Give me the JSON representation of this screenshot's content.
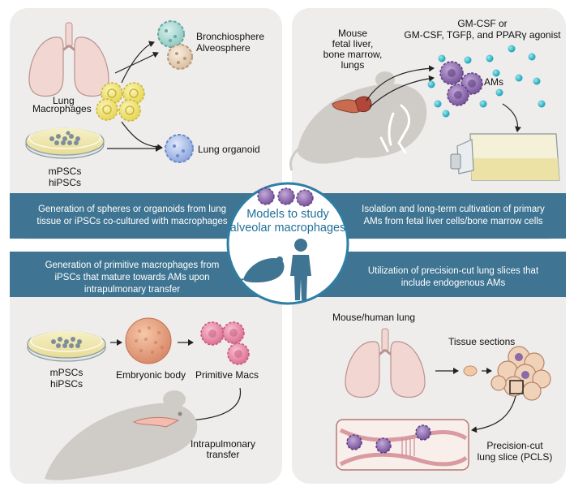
{
  "panels": {
    "top_left": {
      "lung": "Lung",
      "macrophages": "Macrophages",
      "bronchiosphere": "Bronchiosphere",
      "alveosphere": "Alveosphere",
      "lung_organoid": "Lung organoid",
      "cell_line_1": "mPSCs",
      "cell_line_2": "hiPSCs",
      "band_line_1": "Generation of spheres or organoids from lung",
      "band_line_2": "tissue or iPSCs co-cultured with macrophages"
    },
    "top_right": {
      "source_line_1": "Mouse",
      "source_line_2": "fetal liver,",
      "source_line_3": "bone marrow,",
      "source_line_4": "lungs",
      "factor_line_1": "GM-CSF or",
      "factor_line_2": "GM-CSF, TGFβ, and PPARγ agonist",
      "ams": "AMs",
      "band_line_1": "Isolation and long-term cultivation of primary",
      "band_line_2": "AMs from fetal liver cells/bone marrow cells"
    },
    "bottom_left": {
      "band_line_1": "Generation of primitive macrophages from",
      "band_line_2": "iPSCs that mature towards AMs upon",
      "band_line_3": "intrapulmonary transfer",
      "cell_line_1": "mPSCs",
      "cell_line_2": "hiPSCs",
      "embryonic_body": "Embryonic body",
      "primitive_macs": "Primitive Macs",
      "transfer_line_1": "Intrapulmonary",
      "transfer_line_2": "transfer"
    },
    "bottom_right": {
      "band_line_1": "Utilization of precision-cut lung slices that",
      "band_line_2": "include endogenous AMs",
      "lung": "Mouse/human lung",
      "tissue_sections": "Tissue sections",
      "pcls_line_1": "Precision-cut",
      "pcls_line_2": "lung slice (PCLS)"
    }
  },
  "center": {
    "title_line_1": "Models to study",
    "title_line_2": "alveolar macrophages"
  },
  "colors": {
    "panel_bg": "#eeedeb",
    "band": "#3f7592",
    "center_ring": "#2e7ea6",
    "lung": "#f2d6d2",
    "macrophage_yellow": "#efe27a",
    "macrophage_purple": "#8b6aa6",
    "macrophage_pink": "#e58aa8",
    "droplet": "#2fb7c8",
    "mouse": "#cfcbc6"
  }
}
